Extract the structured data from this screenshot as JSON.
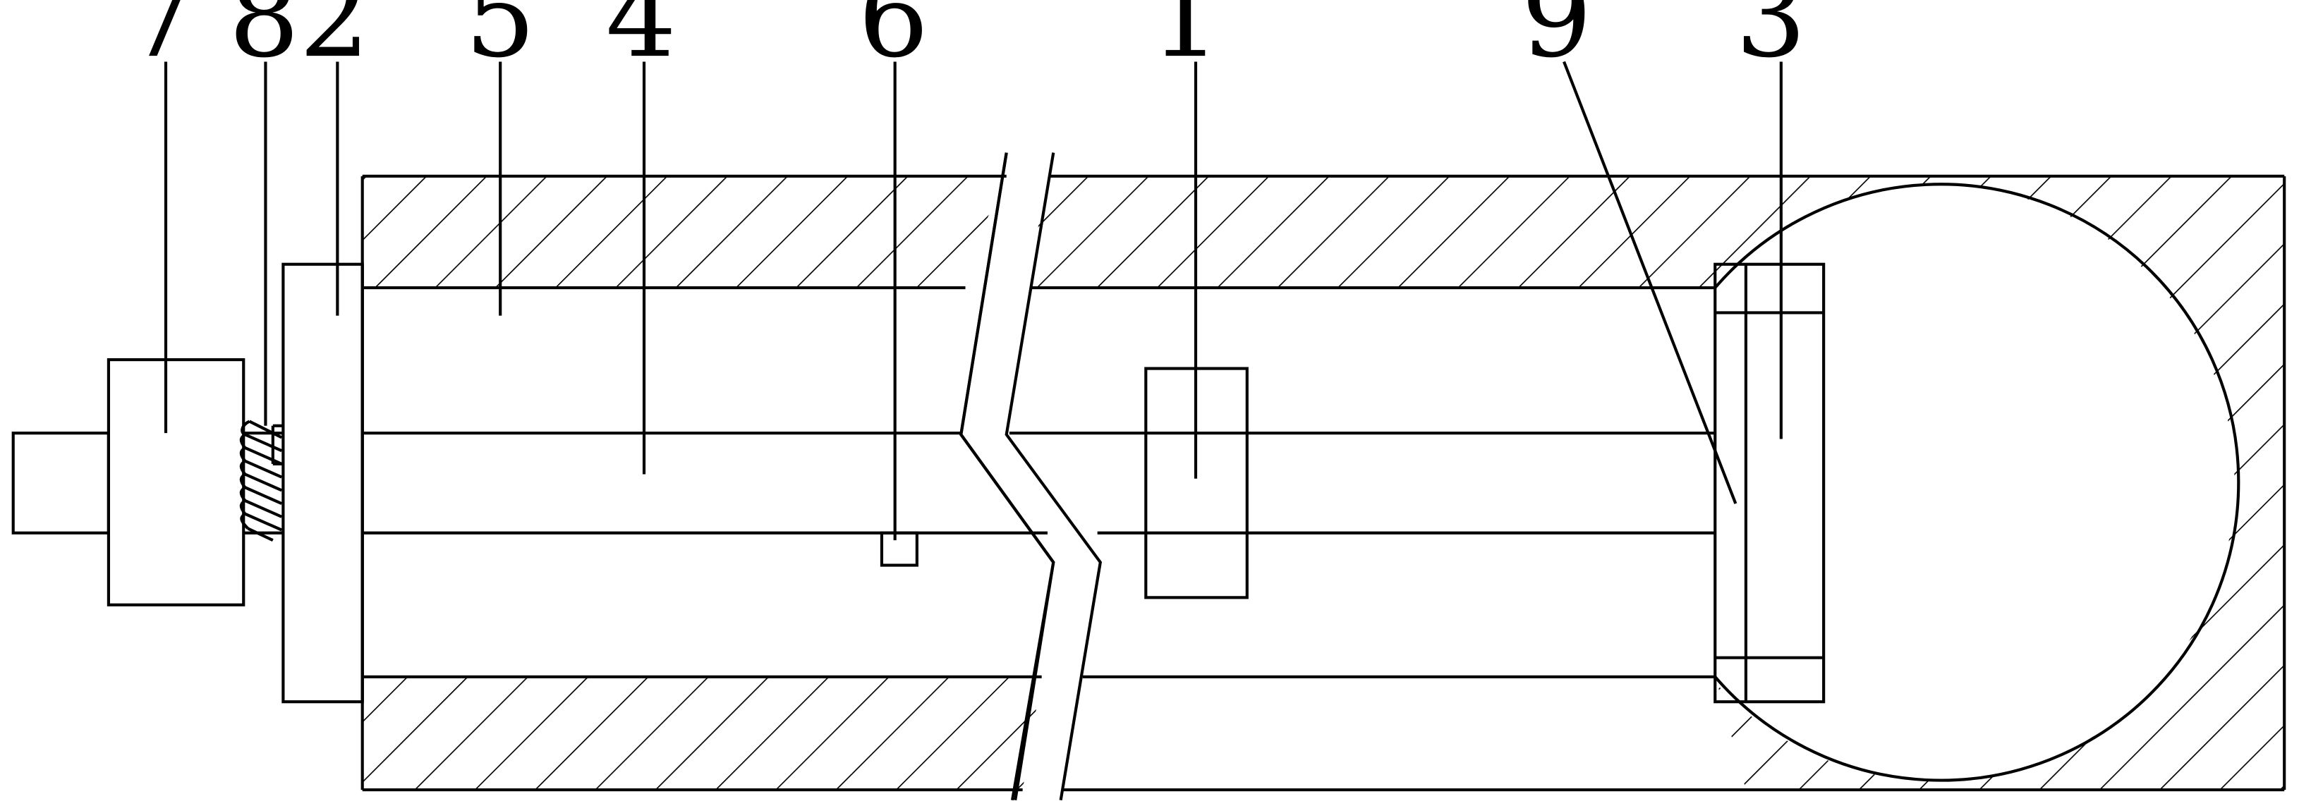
{
  "labels": [
    "7",
    "8",
    "2",
    "5",
    "4",
    "6",
    "1",
    "9",
    "3"
  ],
  "colors": {
    "line": "#000000",
    "background": "#ffffff"
  }
}
